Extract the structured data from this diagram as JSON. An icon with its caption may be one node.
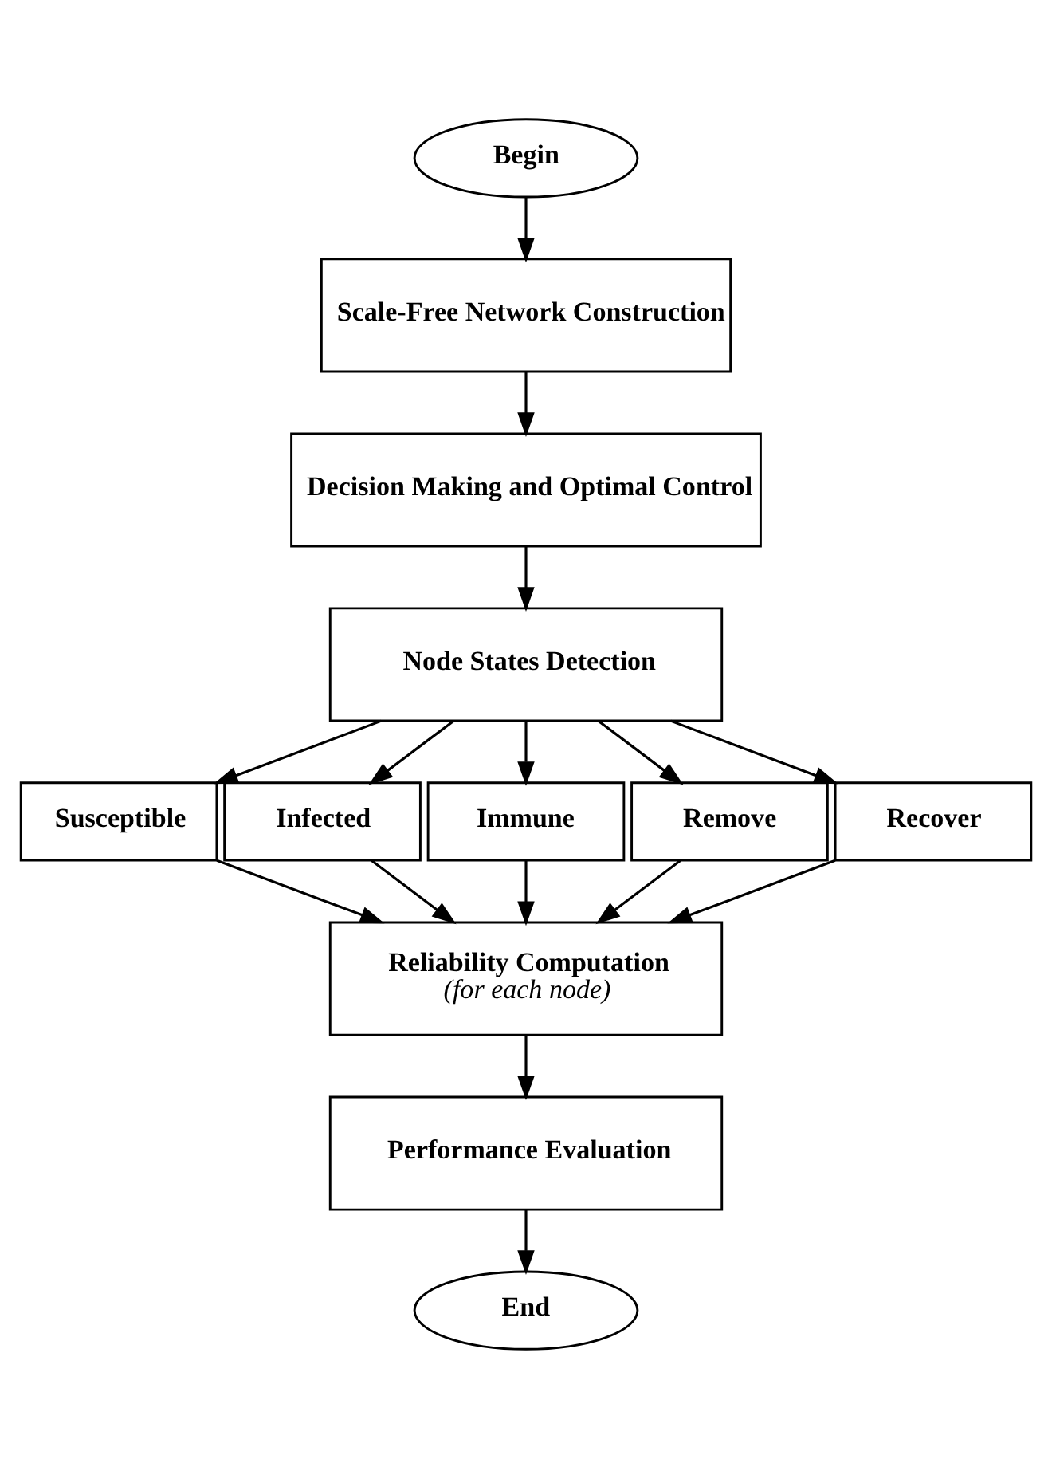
{
  "diagram": {
    "nodes": [
      {
        "text": [
          "Begin"
        ]
      },
      {
        "text": [
          "Scale-Free Network Construction"
        ]
      },
      {
        "text": [
          "Decision Making and Optimal Control"
        ]
      },
      {
        "text": [
          "Node States Detection"
        ]
      },
      {
        "text": [
          "Susceptible"
        ]
      },
      {
        "text": [
          "Infected"
        ]
      },
      {
        "text": [
          "Immune"
        ]
      },
      {
        "text": [
          "Remove"
        ]
      },
      {
        "text": [
          "Recover"
        ]
      },
      {
        "text": [
          "Reliability Computation",
          "(for each node)"
        ]
      },
      {
        "text": [
          "Performance Evaluation"
        ]
      },
      {
        "text": [
          "End"
        ]
      }
    ],
    "edges": [
      {
        "from": 0,
        "to": 1,
        "arrow": "to"
      },
      {
        "from": 1,
        "to": 2,
        "arrow": "to"
      },
      {
        "from": 2,
        "to": 3,
        "arrow": "to"
      },
      {
        "from": 3,
        "to": 4,
        "arrow": "to"
      },
      {
        "from": 3,
        "to": 5,
        "arrow": "to"
      },
      {
        "from": 3,
        "to": 6,
        "arrow": "to"
      },
      {
        "from": 3,
        "to": 7,
        "arrow": "to"
      },
      {
        "from": 3,
        "to": 8,
        "arrow": "to"
      },
      {
        "from": 4,
        "to": 9,
        "arrow": "to"
      },
      {
        "from": 5,
        "to": 9,
        "arrow": "to"
      },
      {
        "from": 6,
        "to": 9,
        "arrow": "to"
      },
      {
        "from": 7,
        "to": 9,
        "arrow": "to"
      },
      {
        "from": 8,
        "to": 9,
        "arrow": "to"
      },
      {
        "from": 9,
        "to": 10,
        "arrow": "to"
      },
      {
        "from": 10,
        "to": 11,
        "arrow": "to"
      }
    ]
  }
}
